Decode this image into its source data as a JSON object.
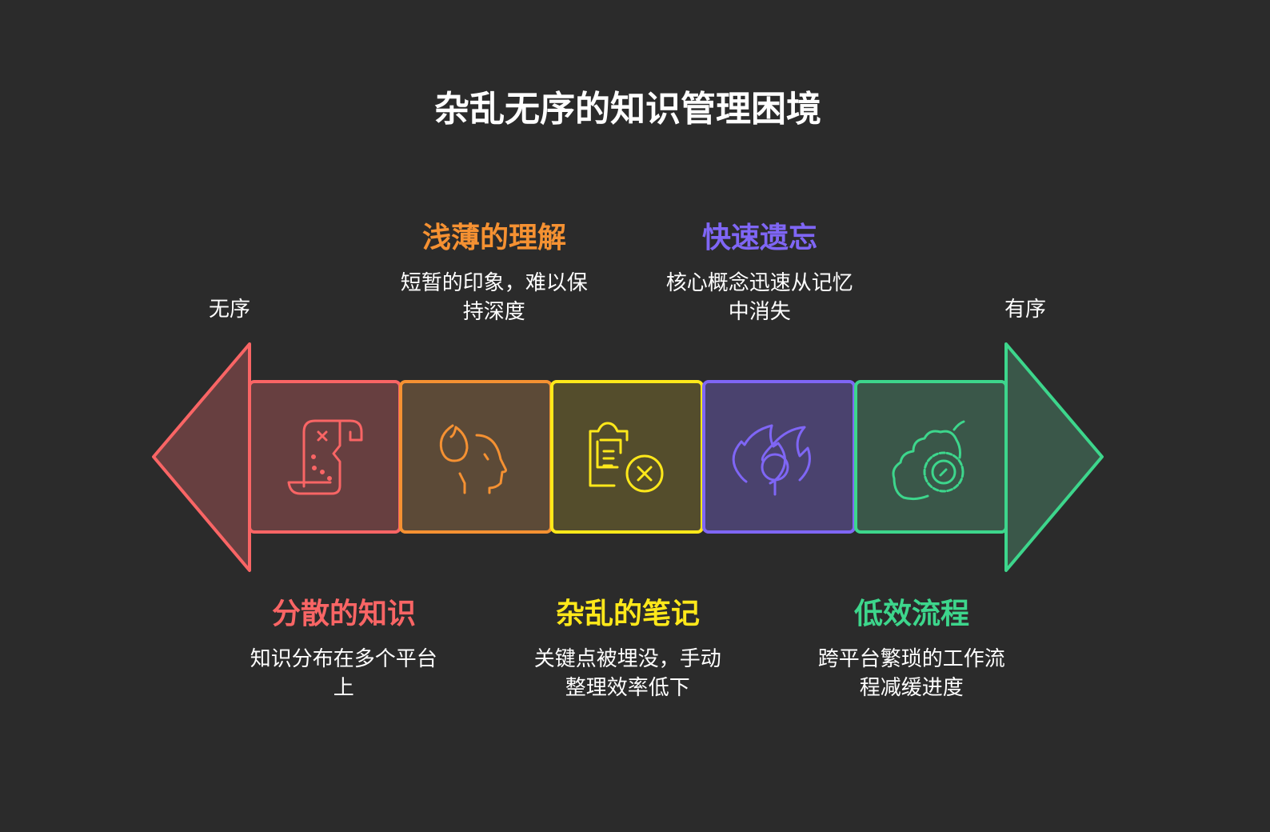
{
  "title": "杂乱无序的知识管理困境",
  "axis": {
    "left_label": "无序",
    "right_label": "有序"
  },
  "colors": {
    "background": "#2b2b2b",
    "red": "#f96565",
    "orange": "#f59132",
    "yellow": "#ffe81a",
    "purple": "#7f66f5",
    "green": "#3dd68c"
  },
  "steps": [
    {
      "title": "分散的知识",
      "description": "知识分布在多个平台上",
      "icon": "scroll-map-icon",
      "color": "#f96565"
    },
    {
      "title": "浅薄的理解",
      "description": "短暂的印象，难以保持深度",
      "icon": "head-flame-icon",
      "color": "#f59132"
    },
    {
      "title": "杂乱的笔记",
      "description": "关键点被埋没，手动整理效率低下",
      "icon": "clipboard-x-icon",
      "color": "#ffe81a"
    },
    {
      "title": "快速遗忘",
      "description": "核心概念迅速从记忆中消失",
      "icon": "burning-bulb-icon",
      "color": "#7f66f5"
    },
    {
      "title": "低效流程",
      "description": "跨平台繁琐的工作流程减缓进度",
      "icon": "clogged-gear-icon",
      "color": "#3dd68c"
    }
  ]
}
